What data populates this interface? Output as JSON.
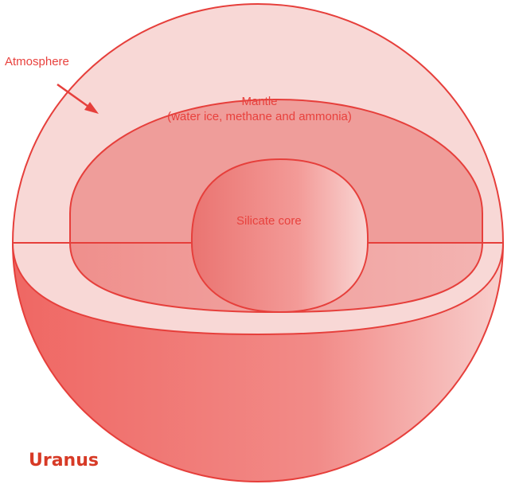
{
  "diagram": {
    "planet_name": "Uranus",
    "layers": {
      "atmosphere": "Atmosphere",
      "mantle_title": "Mantle",
      "mantle_detail": "(water ice, methane and ammonia)",
      "core": "Silicate core"
    },
    "colors": {
      "outline": "#e63f3b",
      "atmosphere_fill": "#f7d4d3",
      "mantle_fill": "#ef9a97",
      "core_fill": "#ec8582",
      "sphere_fill": "#f06e6a",
      "label_text": "#e8413d",
      "title_text": "#d73a26"
    }
  }
}
